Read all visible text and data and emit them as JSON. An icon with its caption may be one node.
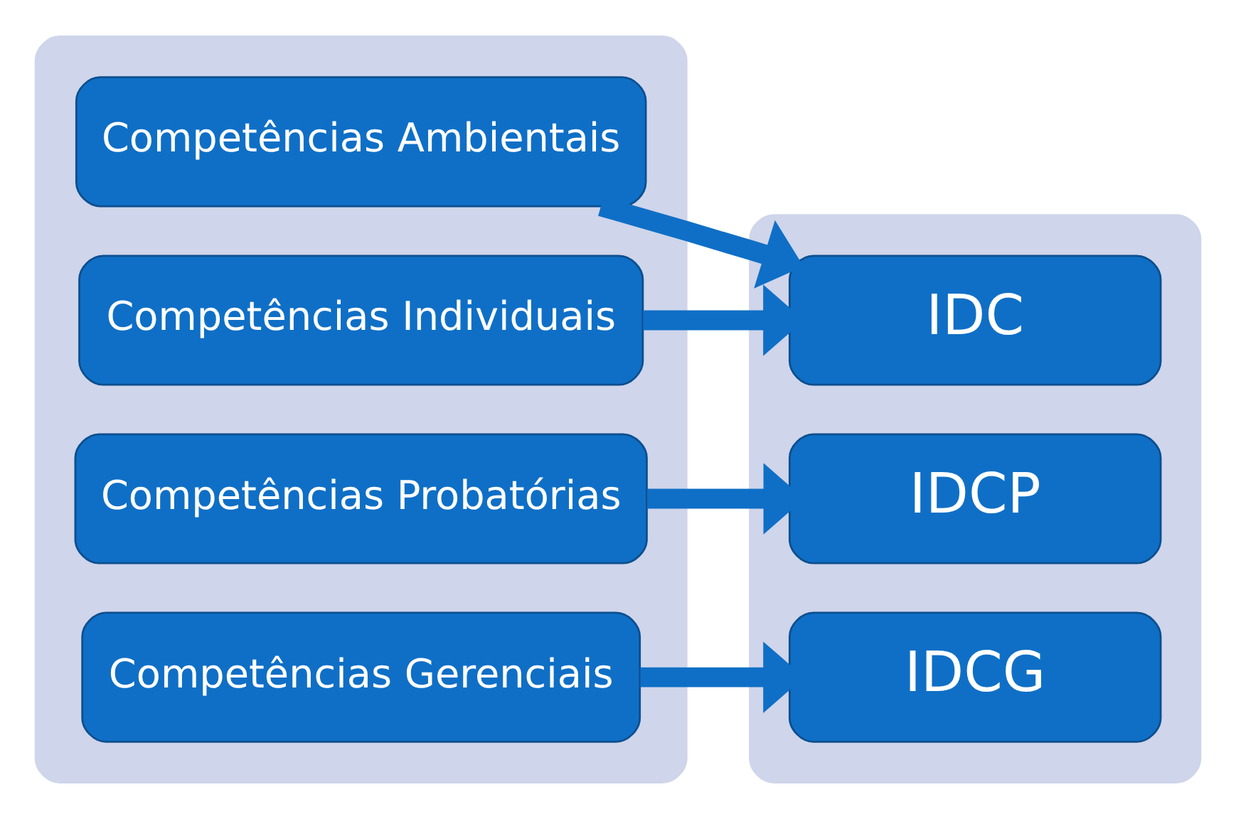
{
  "diagram": {
    "nodes": [
      {
        "text": [],
        "shape": "box"
      },
      {
        "text": [],
        "shape": "box"
      },
      {
        "text": [
          "Competências Ambientais"
        ],
        "in": 0
      },
      {
        "text": [
          "Competências Individuais"
        ],
        "in": 0
      },
      {
        "text": [
          "Competências Probatórias"
        ],
        "in": 0
      },
      {
        "text": [
          "Competências Gerenciais"
        ],
        "in": 0
      },
      {
        "text": [
          "IDC"
        ],
        "in": 1
      },
      {
        "text": [
          "IDCP"
        ],
        "in": 1
      },
      {
        "text": [
          "IDCG"
        ],
        "in": 1
      }
    ],
    "edges": [
      {
        "from": 2,
        "to": 6,
        "arrow": "to"
      },
      {
        "from": 3,
        "to": 6,
        "arrow": "to"
      },
      {
        "from": 4,
        "to": 7,
        "arrow": "to"
      },
      {
        "from": 5,
        "to": 8,
        "arrow": "to"
      }
    ]
  }
}
